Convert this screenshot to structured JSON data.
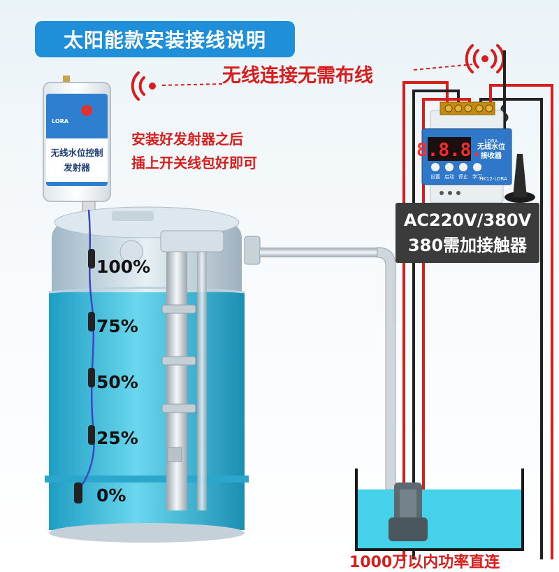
{
  "title": "太阳能款安装接线说明",
  "wireless_label": "无线连接无需布线",
  "install_note": {
    "line1": "安装好发射器之后",
    "line2": "插上开关线包好即可"
  },
  "transmitter": {
    "brand": "LORA",
    "label_line1": "无线水位控制",
    "label_line2": "发射器"
  },
  "receiver": {
    "display": "8.8.8.",
    "label_line1": "无线水位",
    "label_line2": "接收器",
    "model": "HK12-LORA",
    "buttons": [
      "设置",
      "启动",
      "停止",
      "学习"
    ]
  },
  "power": {
    "line1": "AC220V/380V",
    "line2": "380需加接触器"
  },
  "levels": [
    "100%",
    "75%",
    "50%",
    "25%",
    "0%"
  ],
  "bottom_caption": "1000万以内功率直连",
  "colors": {
    "title_bg": "#1f8fd9",
    "accent_red": "#d81d1d",
    "water": "#3cc4e0",
    "tank_top": "#cfdde6",
    "power_box": "#3b3b3b"
  }
}
